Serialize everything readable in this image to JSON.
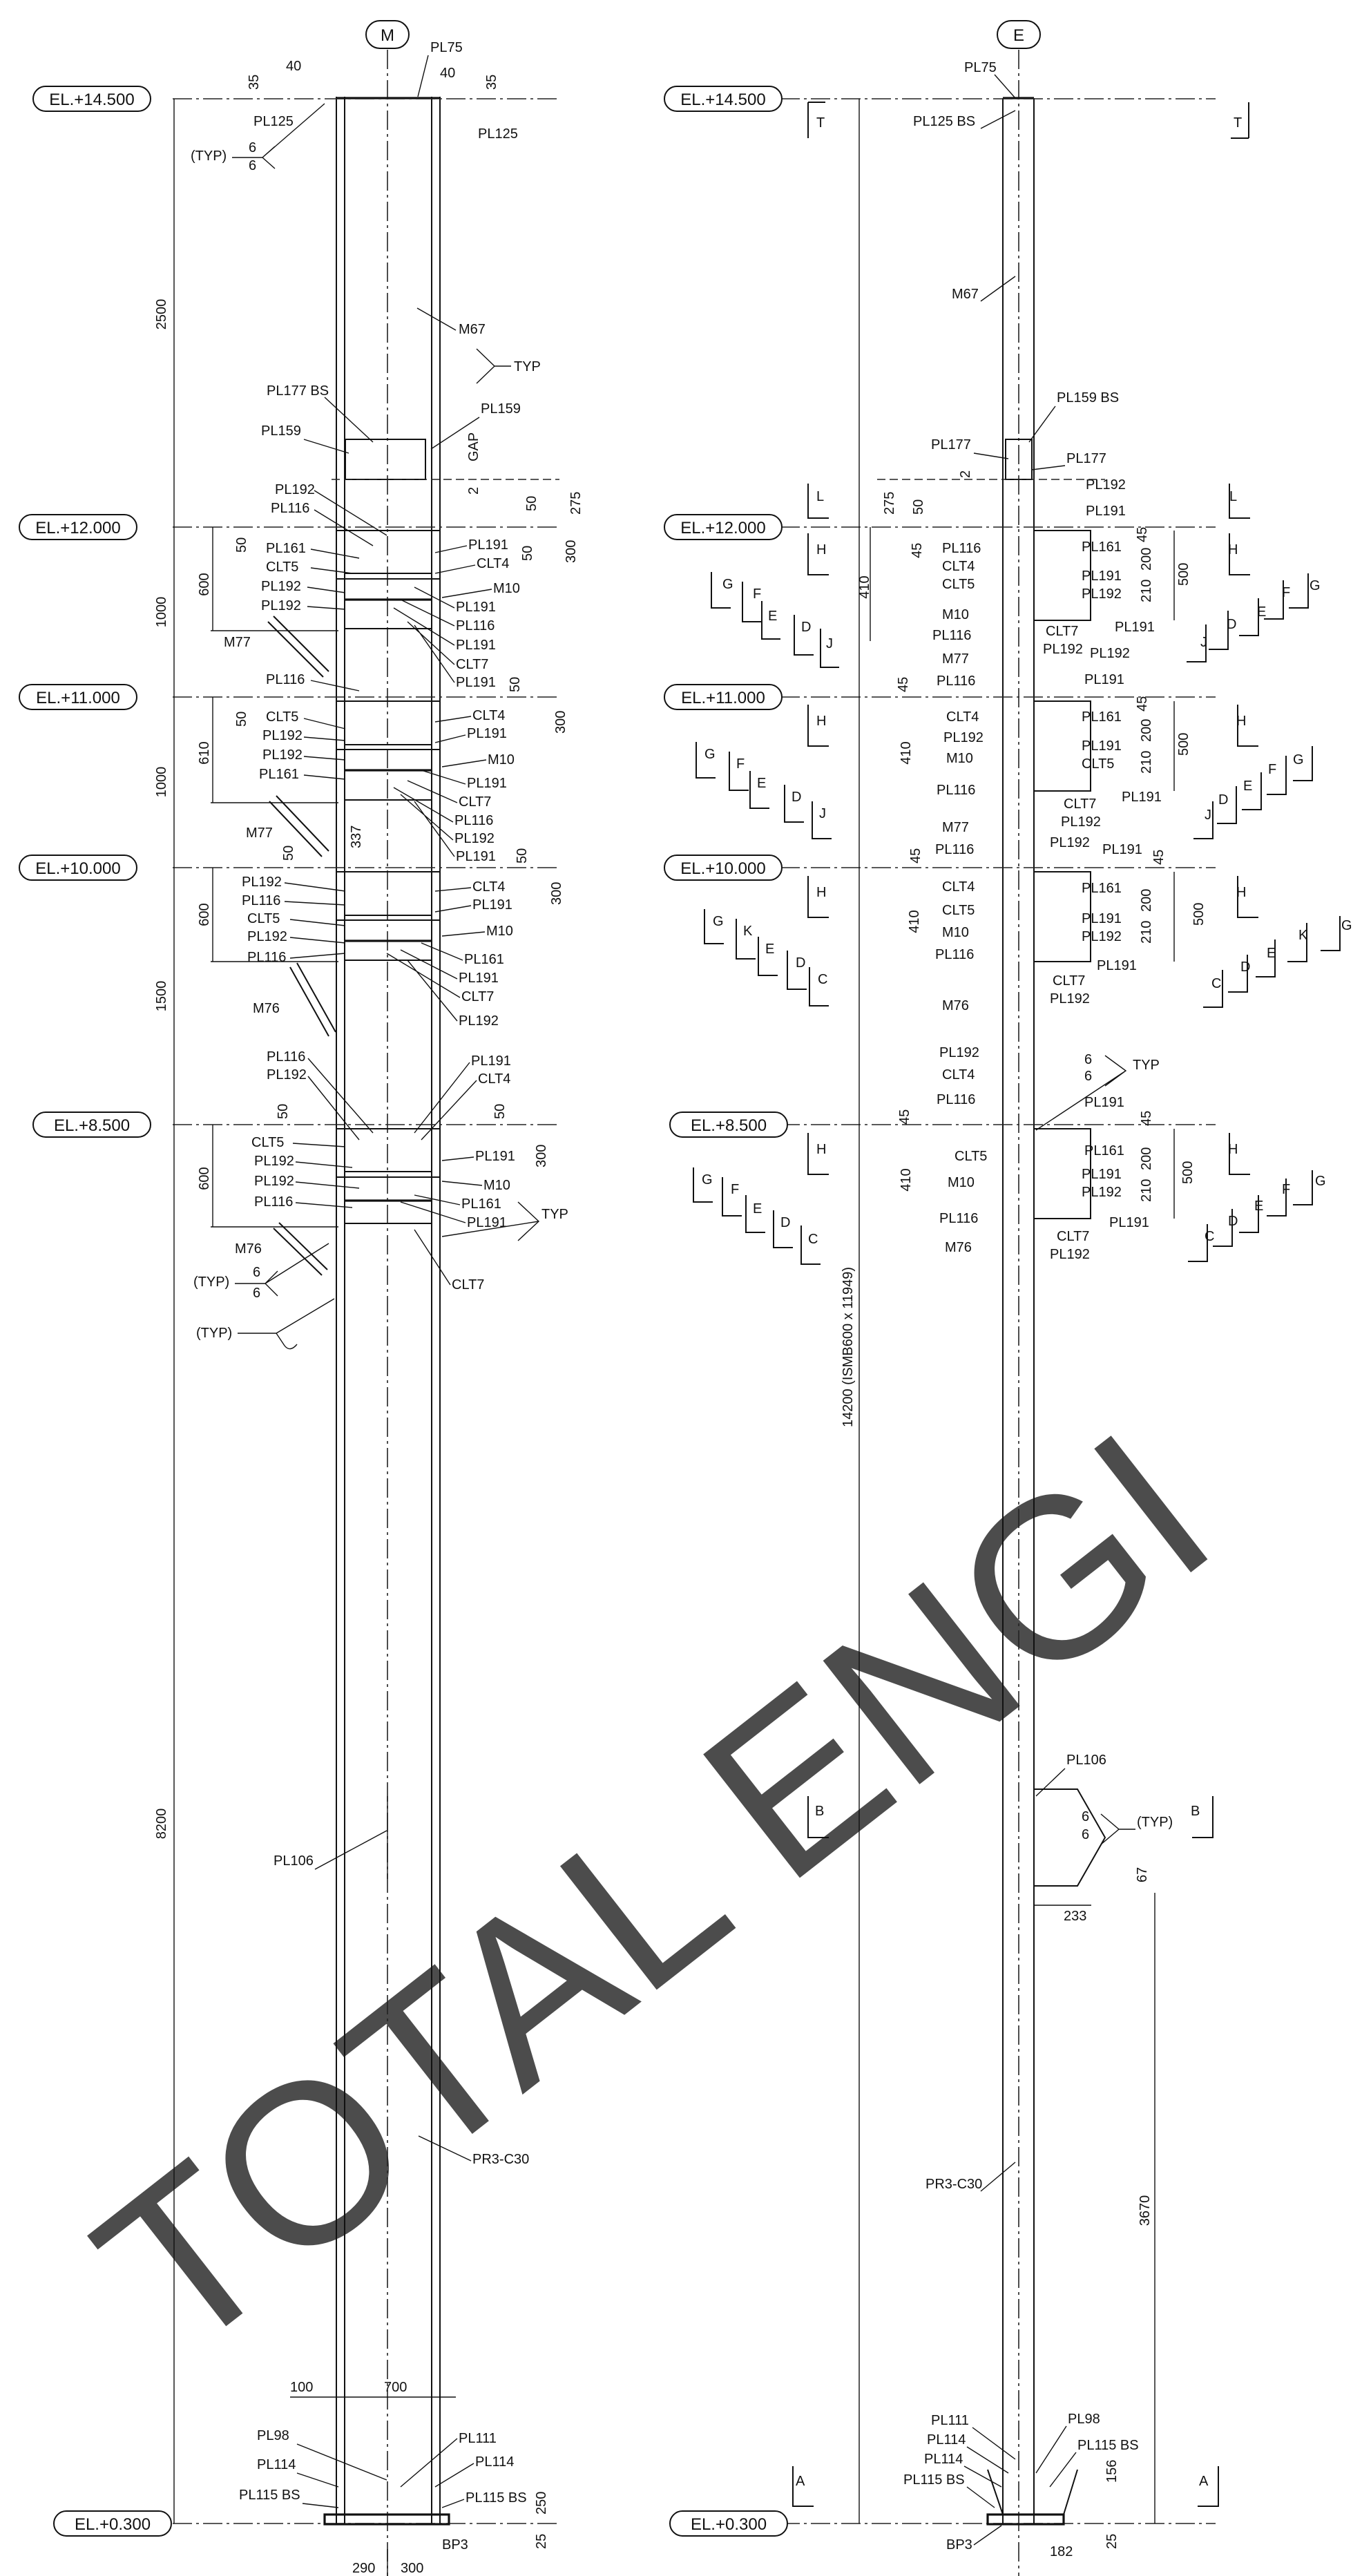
{
  "watermark": "TOTAL ENGI",
  "left_view": {
    "grid_label": "M",
    "elevations": [
      "EL.+14.500",
      "EL.+12.000",
      "EL.+11.000",
      "EL.+10.000",
      "EL.+8.500",
      "EL.+0.300"
    ],
    "vertical_dims": [
      "2500",
      "1000",
      "1000",
      "1500",
      "8200"
    ],
    "top_labels": {
      "pl75": "PL75",
      "pl125_l": "PL125",
      "pl125_r": "PL125",
      "typ": "(TYP)",
      "w6a": "6",
      "w6b": "6",
      "d40a": "40",
      "d40b": "40",
      "d35a": "35",
      "d35b": "35"
    },
    "mid_labels": {
      "m67": "M67",
      "typ": "TYP",
      "pl177bs": "PL177 BS",
      "pl159a": "PL159",
      "pl159b": "PL159",
      "gap": "GAP",
      "d2": "2",
      "d50": "50",
      "d275": "275"
    },
    "el12_left": [
      "PL192",
      "PL116",
      "PL161",
      "CLT5",
      "PL192",
      "PL192"
    ],
    "el12_right": [
      "PL191",
      "CLT4",
      "M10",
      "PL191",
      "PL116",
      "PL191",
      "CLT7",
      "PL191"
    ],
    "el12_dims": {
      "d600": "600",
      "d50": "50",
      "d300": "300",
      "d50b": "50",
      "d50c": "50",
      "m77": "M77"
    },
    "el11_left": [
      "PL116",
      "CLT5",
      "PL192",
      "PL192",
      "PL161"
    ],
    "el11_right": [
      "CLT4",
      "PL191",
      "M10",
      "PL191",
      "CLT7",
      "PL116",
      "PL192",
      "PL191"
    ],
    "el11_dims": {
      "d610": "610",
      "d50": "50",
      "d300": "300",
      "d50b": "50",
      "d337": "337",
      "m77": "M77"
    },
    "el10_left": [
      "PL192",
      "PL116",
      "CLT5",
      "PL192",
      "PL116"
    ],
    "el10_right": [
      "CLT4",
      "PL191",
      "M10",
      "PL161",
      "PL191",
      "CLT7",
      "PL192"
    ],
    "el10_dims": {
      "d600": "600",
      "d50": "50",
      "d300": "300",
      "d50b": "50",
      "m76": "M76"
    },
    "el85_left": [
      "PL116",
      "PL192",
      "CLT5",
      "PL192",
      "PL192",
      "PL116"
    ],
    "el85_right": [
      "PL191",
      "CLT4",
      "PL191",
      "M10",
      "PL161",
      "PL191",
      "CLT7"
    ],
    "el85_dims": {
      "d600": "600",
      "d50": "50",
      "d50b": "50",
      "d300": "300",
      "m76": "M76",
      "typ1": "(TYP)",
      "typ2": "(TYP)",
      "typ3": "TYP",
      "w6a": "6",
      "w6b": "6"
    },
    "lower_labels": {
      "pl106": "PL106",
      "pr3": "PR3-C30"
    },
    "base_labels": {
      "d100": "100",
      "d700": "700",
      "pl98": "PL98",
      "pl114a": "PL114",
      "pl115bs_l": "PL115 BS",
      "pl111": "PL111",
      "pl114b": "PL114",
      "pl115bs_r": "PL115 BS",
      "bp3": "BP3",
      "d250": "250",
      "d25": "25",
      "d290": "290",
      "d300": "300"
    }
  },
  "right_view": {
    "grid_label": "E",
    "elevations": [
      "EL.+14.500",
      "EL.+12.000",
      "EL.+11.000",
      "EL.+10.000",
      "EL.+8.500",
      "EL.+0.300"
    ],
    "overall_dim": "14200 (ISMB600 x 11949)",
    "section_marks": {
      "T": "T",
      "L": "L",
      "H": "H",
      "G": "G",
      "F": "F",
      "E": "E",
      "D": "D",
      "J": "J",
      "K": "K",
      "C": "C",
      "B": "B",
      "A": "A"
    },
    "top_labels": {
      "pl75": "PL75",
      "pl125bs": "PL125 BS",
      "m67": "M67",
      "pl159bs": "PL159 BS",
      "pl177a": "PL177",
      "pl177b": "PL177",
      "d2": "2",
      "d275": "275",
      "d50": "50"
    },
    "el12_left": [
      "PL116",
      "CLT4",
      "CLT5",
      "M10",
      "PL116",
      "M77"
    ],
    "el12_right": [
      "PL192",
      "PL191",
      "PL161",
      "PL191",
      "PL192",
      "CLT7",
      "PL191",
      "PL192"
    ],
    "el12_dims": {
      "d45a": "45",
      "d410": "410",
      "d45b": "45",
      "d200": "200",
      "d210": "210",
      "d500": "500"
    },
    "el11_left": [
      "PL116",
      "CLT4",
      "PL192",
      "M10",
      "PL116",
      "M77"
    ],
    "el11_right": [
      "PL192",
      "PL191",
      "PL161",
      "PL191",
      "CLT5",
      "CLT7",
      "PL192",
      "PL191"
    ],
    "el11_dims": {
      "d45a": "45",
      "d410": "410",
      "d45b": "45",
      "d200": "200",
      "d210": "210",
      "d500": "500"
    },
    "el10_left": [
      "PL116",
      "CLT4",
      "CLT5",
      "M10",
      "PL116",
      "M76"
    ],
    "el10_right": [
      "PL192",
      "PL191",
      "PL161",
      "PL191",
      "PL192",
      "CLT7",
      "PL192",
      "PL191"
    ],
    "el10_dims": {
      "d45a": "45",
      "d410": "410",
      "d45b": "45",
      "d200": "200",
      "d210": "210",
      "d500": "500"
    },
    "el85_left": [
      "PL192",
      "CLT4",
      "PL116",
      "CLT5",
      "M10",
      "PL116",
      "M76"
    ],
    "el85_right": [
      "PL191",
      "PL161",
      "PL191",
      "PL192",
      "CLT7",
      "PL192",
      "PL191"
    ],
    "el85_dims": {
      "d45a": "45",
      "d410": "410",
      "d45b": "45",
      "d200": "200",
      "d210": "210",
      "d500": "500",
      "typ": "TYP",
      "w6a": "6",
      "w6b": "6"
    },
    "lower_labels": {
      "pl106": "PL106",
      "typ": "(TYP)",
      "w6a": "6",
      "w6b": "6",
      "d67": "67",
      "d233": "233",
      "pr3": "PR3-C30",
      "d3670": "3670"
    },
    "base_labels": {
      "pl111": "PL111",
      "pl114a": "PL114",
      "pl114b": "PL114",
      "pl115bs_l": "PL115 BS",
      "pl98": "PL98",
      "pl115bs_r": "PL115 BS",
      "d156": "156",
      "d25": "25",
      "d182": "182",
      "bp3": "BP3"
    }
  }
}
